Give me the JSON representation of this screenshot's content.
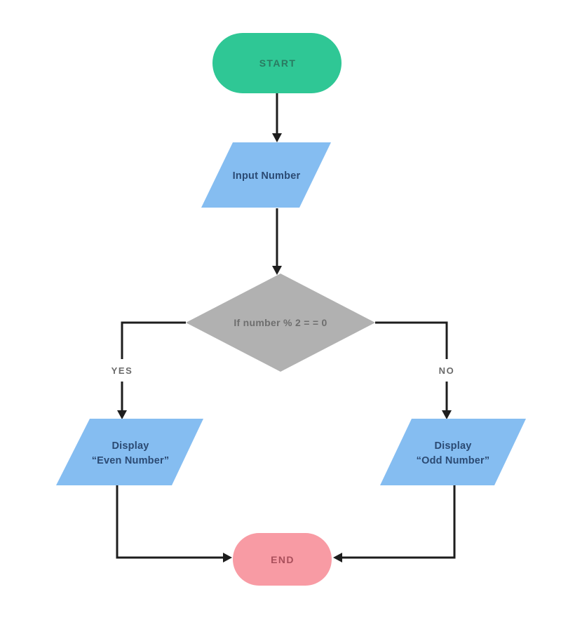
{
  "colors": {
    "background": "#ffffff",
    "line": "#1d1d1d",
    "start_fill": "#2fc795",
    "start_text": "#2a7a61",
    "io_fill": "#85bdf1",
    "io_text": "#2b4a73",
    "decision_fill": "#b1b1b1",
    "decision_text": "#6e6e6e",
    "end_fill": "#f89ba4",
    "end_text": "#a94f5b",
    "branch_label": "#6b6b6b"
  },
  "nodes": {
    "start": {
      "label": "START"
    },
    "input_number": {
      "label": "Input Number"
    },
    "decision": {
      "label": "If number % 2 = = 0"
    },
    "display_even": {
      "line1": "Display",
      "line2": "“Even Number”"
    },
    "display_odd": {
      "line1": "Display",
      "line2": "“Odd Number”"
    },
    "end": {
      "label": "END"
    }
  },
  "edges": {
    "yes_label": "YES",
    "no_label": "NO"
  }
}
